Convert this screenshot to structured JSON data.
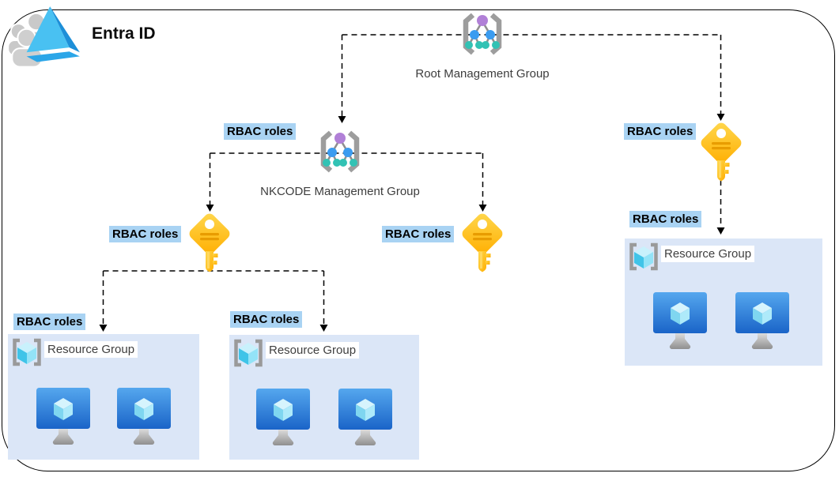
{
  "diagram": {
    "title": "Entra ID",
    "rbac_label": "RBAC roles",
    "root_group": {
      "label": "Root Management Group"
    },
    "nkcode_group": {
      "label": "NKCODE Management Group"
    },
    "resource_groups": [
      {
        "label": "Resource Group",
        "vm_count": 2
      },
      {
        "label": "Resource Group",
        "vm_count": 2
      },
      {
        "label": "Resource Group",
        "vm_count": 2
      }
    ],
    "icons": {
      "entra_id": "entra-id-logo",
      "management_group": "management-group-icon",
      "key": "rbac-key-icon",
      "resource_group": "resource-group-icon",
      "vm": "virtual-machine-icon"
    },
    "connections": [
      {
        "from": "Root Management Group",
        "to": "NKCODE Management Group",
        "style": "dashed-arrow"
      },
      {
        "from": "Root Management Group",
        "to": "RBAC key right",
        "style": "dashed-arrow"
      },
      {
        "from": "NKCODE Management Group",
        "to": "RBAC key left",
        "style": "dashed-arrow"
      },
      {
        "from": "NKCODE Management Group",
        "to": "RBAC key middle",
        "style": "dashed-arrow"
      },
      {
        "from": "RBAC key left",
        "to": "Resource Group left",
        "style": "dashed-arrow"
      },
      {
        "from": "RBAC key left",
        "to": "Resource Group middle",
        "style": "dashed-arrow"
      },
      {
        "from": "RBAC key right",
        "to": "Resource Group right",
        "style": "dashed-arrow"
      }
    ],
    "colors": {
      "rbac_highlight": "#a9d3f3",
      "resource_group_box": "#dbe6f7",
      "key_yellow": "#ffb810",
      "bracket_gray": "#9d9d9d",
      "mg_node_purple": "#b180d7",
      "mg_node_blue": "#3b9cf0",
      "mg_node_teal": "#32c2b4",
      "vm_monitor_blue": "#2679d8",
      "connector": "#000000"
    }
  }
}
